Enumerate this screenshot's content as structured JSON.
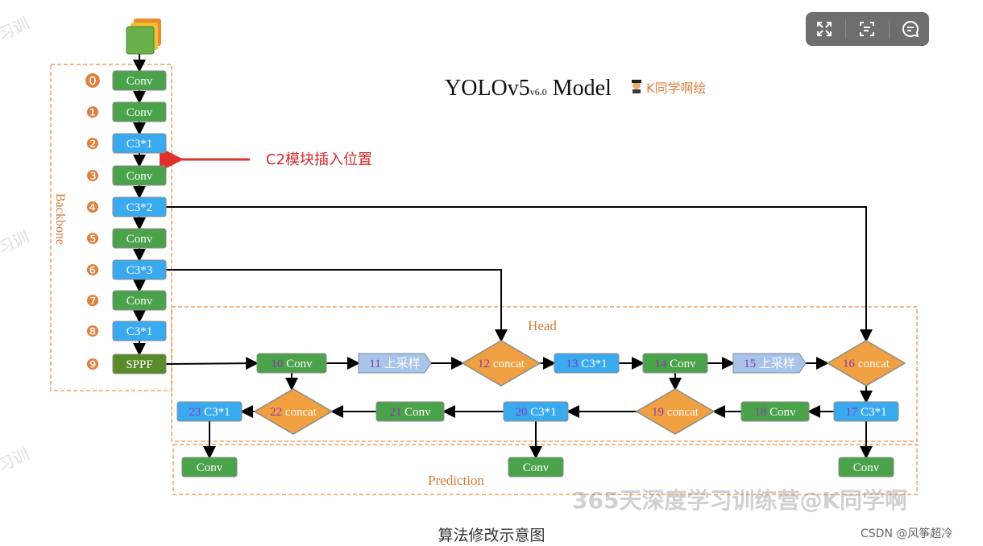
{
  "title": {
    "main": "YOLOv5",
    "sub": "v6.0",
    "model": " Model",
    "author": "K同学啊绘"
  },
  "annotation": "C2模块插入位置",
  "groups": {
    "backbone": "Backbone",
    "head": "Head",
    "prediction": "Prediction"
  },
  "backbone": [
    {
      "idx": "⓿",
      "label": "Conv",
      "type": "conv"
    },
    {
      "idx": "❶",
      "label": "Conv",
      "type": "conv"
    },
    {
      "idx": "❷",
      "label": "C3*1",
      "type": "c3"
    },
    {
      "idx": "❸",
      "label": "Conv",
      "type": "conv"
    },
    {
      "idx": "❹",
      "label": "C3*2",
      "type": "c3"
    },
    {
      "idx": "❺",
      "label": "Conv",
      "type": "conv"
    },
    {
      "idx": "❻",
      "label": "C3*3",
      "type": "c3"
    },
    {
      "idx": "❼",
      "label": "Conv",
      "type": "conv"
    },
    {
      "idx": "❽",
      "label": "C3*1",
      "type": "c3"
    },
    {
      "idx": "❾",
      "label": "SPPF",
      "type": "sppf"
    }
  ],
  "head_row1": [
    {
      "num": "10",
      "label": "Conv",
      "type": "conv"
    },
    {
      "num": "11",
      "label": "上采样",
      "type": "up"
    },
    {
      "num": "12",
      "label": "concat",
      "type": "concat"
    },
    {
      "num": "13",
      "label": "C3*1",
      "type": "c3"
    },
    {
      "num": "14",
      "label": "Conv",
      "type": "conv"
    },
    {
      "num": "15",
      "label": "上采样",
      "type": "up"
    },
    {
      "num": "16",
      "label": "concat",
      "type": "concat"
    }
  ],
  "head_row2": [
    {
      "num": "17",
      "label": "C3*1",
      "type": "c3"
    },
    {
      "num": "18",
      "label": "Conv",
      "type": "conv"
    },
    {
      "num": "19",
      "label": "concat",
      "type": "concat"
    },
    {
      "num": "20",
      "label": "C3*1",
      "type": "c3"
    },
    {
      "num": "21",
      "label": "Conv",
      "type": "conv"
    },
    {
      "num": "22",
      "label": "concat",
      "type": "concat"
    },
    {
      "num": "23",
      "label": "C3*1",
      "type": "c3"
    }
  ],
  "prediction": [
    {
      "label": "Conv"
    },
    {
      "label": "Conv"
    },
    {
      "label": "Conv"
    }
  ],
  "caption": "算法修改示意图",
  "credit": "CSDN @风筝超冷",
  "watermark": "365天深度学习训练营@K同学啊",
  "side_watermark": "习训",
  "toolbar": {
    "icons": [
      "expand-icon",
      "scan-text-icon",
      "comment-icon"
    ]
  },
  "colors": {
    "conv": "#4aa24a",
    "c3": "#3aaaf0",
    "sppf": "#5a8a2a",
    "concat": "#f0a040",
    "up": "#a8c4e8",
    "dashed": "#f0a060",
    "idx": "#e08040",
    "arrow": "#e0302a",
    "num": "#8a3ab0"
  }
}
